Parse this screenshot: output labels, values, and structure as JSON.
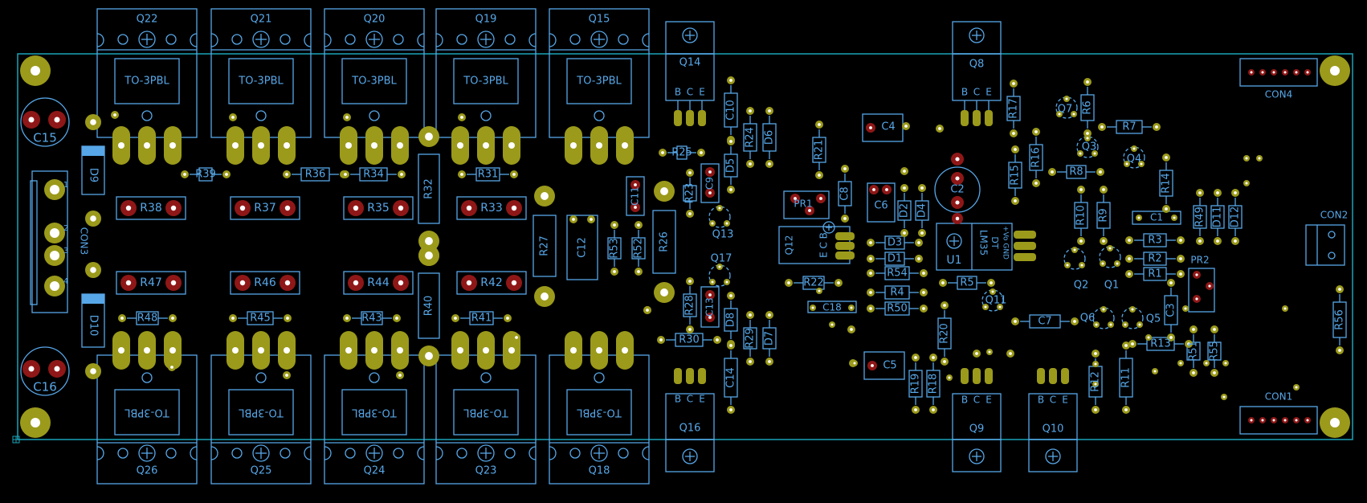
{
  "board": {
    "footprint_text": "TO-3PBL",
    "pins": [
      "B",
      "C",
      "E"
    ],
    "ic_text": [
      "LM35",
      "DT",
      "+Vo",
      "GND"
    ],
    "con3_pins": [
      "1",
      "2",
      "3",
      "4"
    ]
  },
  "transistors_top": [
    "Q22",
    "Q21",
    "Q20",
    "Q19",
    "Q15"
  ],
  "transistors_bottom": [
    "Q26",
    "Q25",
    "Q24",
    "Q23",
    "Q18"
  ],
  "resistors_upper": [
    "R38",
    "R37",
    "R35",
    "R33"
  ],
  "resistors_lower": [
    "R47",
    "R46",
    "R44",
    "R42"
  ],
  "labels": {
    "q14": "Q14",
    "q8": "Q8",
    "q16": "Q16",
    "q9": "Q9",
    "q10": "Q10",
    "c15": "C15",
    "c16": "C16",
    "d9": "D9",
    "d10": "D10",
    "con3": "CON3",
    "con4": "CON4",
    "con1": "CON1",
    "con2": "CON2",
    "r39": "R39",
    "r36": "R36",
    "r34": "R34",
    "r31": "R31",
    "r48": "R48",
    "r45": "R45",
    "r43": "R43",
    "r41": "R41",
    "r32": "R32",
    "r40": "R40",
    "r27": "R27",
    "c12": "C12",
    "r33b": "R53",
    "r32b": "R52",
    "r26": "R26",
    "c11": "C11",
    "r25": "R25",
    "r23": "R23",
    "c9": "C9",
    "d5": "D5",
    "c10": "C10",
    "r24": "R24",
    "d6": "D6",
    "q13": "Q13",
    "q17": "Q17",
    "r28": "R28",
    "c13": "C13",
    "d8": "D8",
    "d7": "D7",
    "r29": "R29",
    "r30": "R30",
    "c14": "C14",
    "r21": "R21",
    "c8": "C8",
    "pr1": "PR1",
    "q12": "Q12",
    "ecb": "E C B",
    "r22": "R22",
    "c18": "C18",
    "c4": "C4",
    "c6": "C6",
    "d2": "D2",
    "d4": "D4",
    "d3": "D3",
    "d1": "D1",
    "r54": "R54",
    "r4": "R4",
    "r50": "R50",
    "c2": "C2",
    "u1": "U1",
    "r5": "R5",
    "c5": "C5",
    "r19": "R19",
    "r18": "R18",
    "r20": "R20",
    "r17": "R17",
    "r16": "R16",
    "r15": "R15",
    "q7": "Q7",
    "r6": "R6",
    "r7": "R7",
    "q3": "Q3",
    "q4": "Q4",
    "r8": "R8",
    "r14": "R14",
    "r10": "R10",
    "r9": "R9",
    "c1": "C1",
    "r49": "R49",
    "d11": "D11",
    "d12": "D12",
    "r3": "R3",
    "r2": "R2",
    "r1": "R1",
    "q2": "Q2",
    "q1": "Q1",
    "pr2": "PR2",
    "q11": "Q11",
    "c7": "C7",
    "q6": "Q6",
    "q5": "Q5",
    "c3": "C3",
    "r13": "R13",
    "r51": "R51",
    "r35b": "R55",
    "r12": "R12",
    "r11": "R11",
    "r56": "R56"
  },
  "colors": {
    "background": "#000000",
    "outline": "#57a7e8",
    "board_edge": "#1aa3b8",
    "pad_gold": "#9b9a1b",
    "pad_red": "#8f1717",
    "hole": "#ffffff"
  }
}
